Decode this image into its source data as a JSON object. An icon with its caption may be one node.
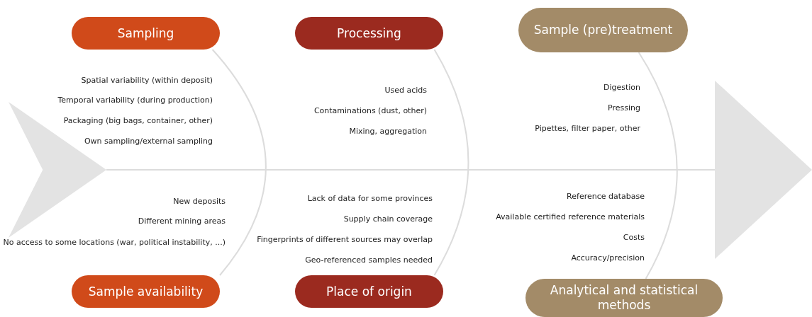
{
  "diagram": {
    "nodes": [
      {
        "text": [
          "Sampling"
        ]
      },
      {
        "text": [
          "Processing"
        ]
      },
      {
        "text": [
          "Sample (pre)treatment"
        ]
      },
      {
        "text": [],
        "shape": "chevron"
      },
      {
        "text": [],
        "shape": "triangle"
      },
      {
        "text": [
          "Sample availability"
        ]
      },
      {
        "text": [
          "Place of origin"
        ]
      },
      {
        "text": [
          "Analytical and statistical methods"
        ]
      }
    ],
    "edges": [
      {
        "from": 3,
        "to": 4,
        "arrow": "none"
      },
      {
        "from": 0,
        "to": 5,
        "arrow": "none"
      },
      {
        "from": 1,
        "to": 6,
        "arrow": "none"
      },
      {
        "from": 2,
        "to": 7,
        "arrow": "none"
      }
    ],
    "labels": [
      "Spatial variability (within deposit)",
      "Temporal variability (during production)",
      "Packaging (big bags, container, other)",
      "Own sampling/external sampling",
      "Used acids",
      "Contaminations (dust, other)",
      "Mixing, aggregation",
      "Digestion",
      "Pressing",
      "Pipettes, filter paper, other",
      "New deposits",
      "Different mining areas",
      "No access to some locations (war, political instability, ...)",
      "Lack of data for some provinces",
      "Supply chain coverage",
      "Fingerprints of different sources may overlap",
      "Geo-referenced samples needed",
      "Reference database",
      "Available certified reference materials",
      "Costs",
      "Accuracy/precision"
    ]
  }
}
